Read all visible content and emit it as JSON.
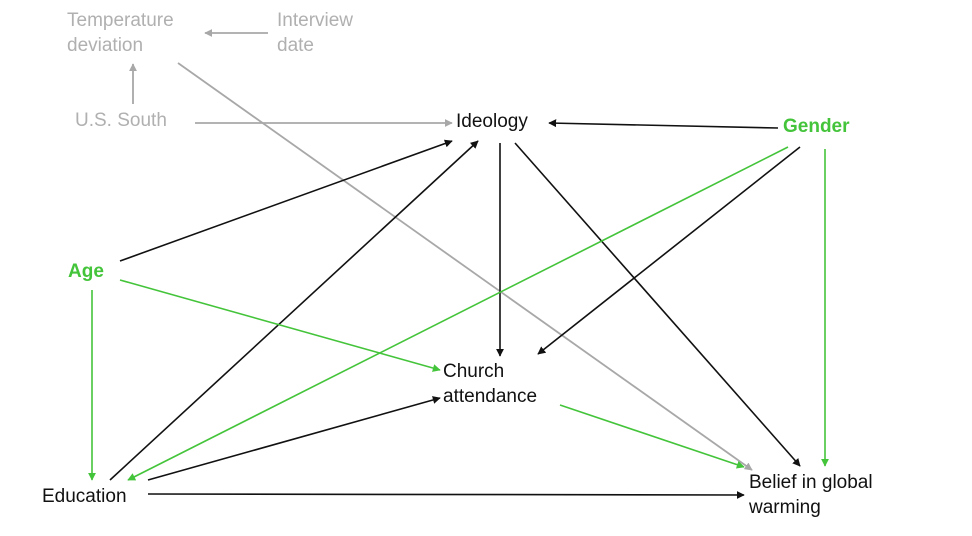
{
  "colors": {
    "grey": "#a8a8a8",
    "black": "#111111",
    "green": "#44c43a"
  },
  "nodes": {
    "temperature_deviation": {
      "label": "Temperature\ndeviation",
      "style": "grey"
    },
    "interview_date": {
      "label": "Interview\ndate",
      "style": "grey"
    },
    "us_south": {
      "label": "U.S. South",
      "style": "grey"
    },
    "ideology": {
      "label": "Ideology",
      "style": "black"
    },
    "gender": {
      "label": "Gender",
      "style": "green"
    },
    "age": {
      "label": "Age",
      "style": "green"
    },
    "church_attendance": {
      "label": "Church\nattendance",
      "style": "black"
    },
    "education": {
      "label": "Education",
      "style": "black"
    },
    "belief": {
      "label": "Belief in global\nwarming",
      "style": "black"
    }
  },
  "edges": [
    {
      "from": "interview_date",
      "to": "temperature_deviation",
      "color": "grey"
    },
    {
      "from": "us_south",
      "to": "temperature_deviation",
      "color": "grey"
    },
    {
      "from": "us_south",
      "to": "ideology",
      "color": "grey"
    },
    {
      "from": "temperature_deviation",
      "to": "belief",
      "color": "grey"
    },
    {
      "from": "gender",
      "to": "ideology",
      "color": "black"
    },
    {
      "from": "age",
      "to": "ideology",
      "color": "black"
    },
    {
      "from": "education",
      "to": "ideology",
      "color": "black"
    },
    {
      "from": "ideology",
      "to": "church_attendance",
      "color": "black"
    },
    {
      "from": "ideology",
      "to": "belief",
      "color": "black"
    },
    {
      "from": "gender",
      "to": "church_attendance",
      "color": "black"
    },
    {
      "from": "education",
      "to": "church_attendance",
      "color": "black"
    },
    {
      "from": "education",
      "to": "belief",
      "color": "black"
    },
    {
      "from": "gender",
      "to": "education",
      "color": "green"
    },
    {
      "from": "gender",
      "to": "belief",
      "color": "green"
    },
    {
      "from": "age",
      "to": "church_attendance",
      "color": "green"
    },
    {
      "from": "age",
      "to": "education",
      "color": "green"
    },
    {
      "from": "church_attendance",
      "to": "belief",
      "color": "green"
    }
  ]
}
